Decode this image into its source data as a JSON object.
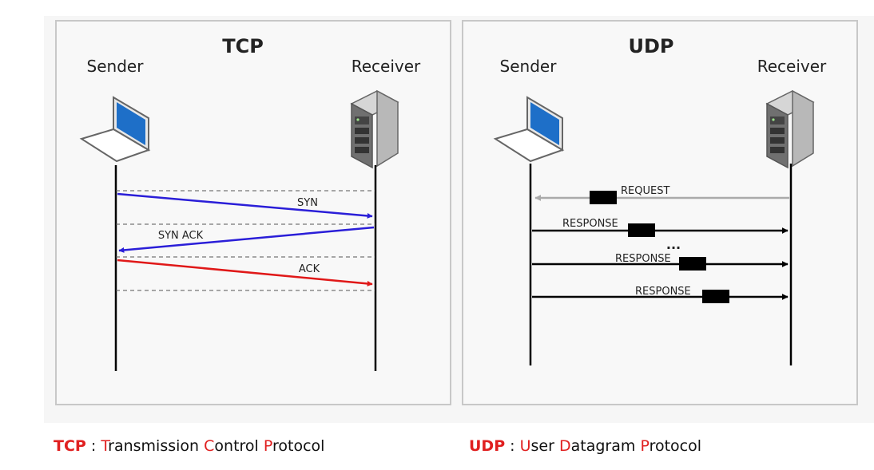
{
  "tcp": {
    "title": "TCP",
    "sender_label": "Sender",
    "receiver_label": "Receiver",
    "messages": [
      {
        "label": "SYN",
        "direction": "sender-to-receiver",
        "color": "#2a1ed8"
      },
      {
        "label": "SYN ACK",
        "direction": "receiver-to-sender",
        "color": "#2a1ed8"
      },
      {
        "label": "ACK",
        "direction": "sender-to-receiver",
        "color": "#e01818"
      }
    ]
  },
  "udp": {
    "title": "UDP",
    "sender_label": "Sender",
    "receiver_label": "Receiver",
    "messages": [
      {
        "label": "REQUEST",
        "direction": "receiver-to-sender",
        "color": "#aaaaaa"
      },
      {
        "label": "RESPONSE",
        "direction": "sender-to-receiver",
        "color": "#000000"
      },
      {
        "label": "RESPONSE",
        "direction": "sender-to-receiver",
        "color": "#000000"
      },
      {
        "label": "RESPONSE",
        "direction": "sender-to-receiver",
        "color": "#000000"
      }
    ],
    "ellipsis": "..."
  },
  "legend": {
    "tcp": {
      "abbr": "TCP",
      "separator": " : ",
      "words": [
        {
          "initial": "T",
          "rest": "ransmission"
        },
        {
          "initial": "C",
          "rest": "ontrol"
        },
        {
          "initial": "P",
          "rest": "rotocol"
        }
      ]
    },
    "udp": {
      "abbr": "UDP",
      "separator": " : ",
      "words": [
        {
          "initial": "U",
          "rest": "ser"
        },
        {
          "initial": "D",
          "rest": "atagram"
        },
        {
          "initial": "P",
          "rest": "rotocol"
        }
      ]
    }
  },
  "colors": {
    "panel_bg": "#f8f8f8",
    "panel_border": "#c8c8c8",
    "highlight": "#e02020",
    "tcp_blue": "#2a1ed8",
    "tcp_red": "#e01818",
    "udp_gray": "#aaaaaa"
  },
  "icons": {
    "sender": "laptop-icon",
    "receiver": "server-icon"
  }
}
